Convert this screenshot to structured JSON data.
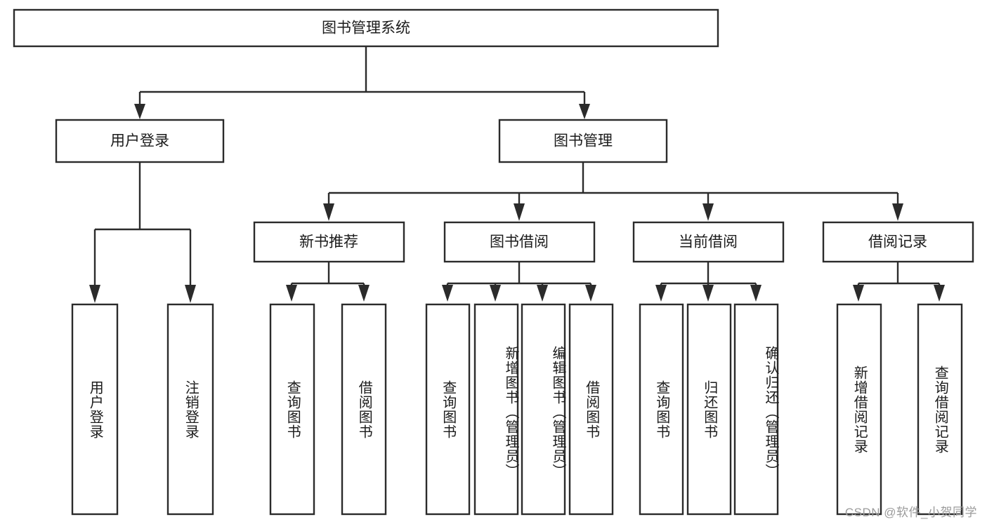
{
  "diagram": {
    "title": "图书管理系统",
    "watermark": "CSDN @软件_小贺同学",
    "colors": {
      "stroke": "#2b2b2b",
      "fill": "#ffffff",
      "text": "#1b1b1b",
      "watermark": "#9b9b9b"
    },
    "root": {
      "label": "图书管理系统"
    },
    "level2": [
      {
        "label": "用户登录"
      },
      {
        "label": "图书管理"
      }
    ],
    "level3": [
      {
        "label": "新书推荐"
      },
      {
        "label": "图书借阅"
      },
      {
        "label": "当前借阅"
      },
      {
        "label": "借阅记录"
      }
    ],
    "leaves": {
      "user_login": [
        {
          "label": "用户登录"
        },
        {
          "label": "注销登录"
        }
      ],
      "new_book": [
        {
          "label": "查询图书"
        },
        {
          "label": "借阅图书"
        }
      ],
      "book_borrow": [
        {
          "label": "查询图书"
        },
        {
          "label": "新增图书（管理员）"
        },
        {
          "label": "编辑图书（管理员）"
        },
        {
          "label": "借阅图书"
        }
      ],
      "current_borrow": [
        {
          "label": "查询图书"
        },
        {
          "label": "归还图书"
        },
        {
          "label": "确认归还（管理员）"
        }
      ],
      "borrow_record": [
        {
          "label": "新增借阅记录"
        },
        {
          "label": "查询借阅记录"
        }
      ]
    }
  }
}
